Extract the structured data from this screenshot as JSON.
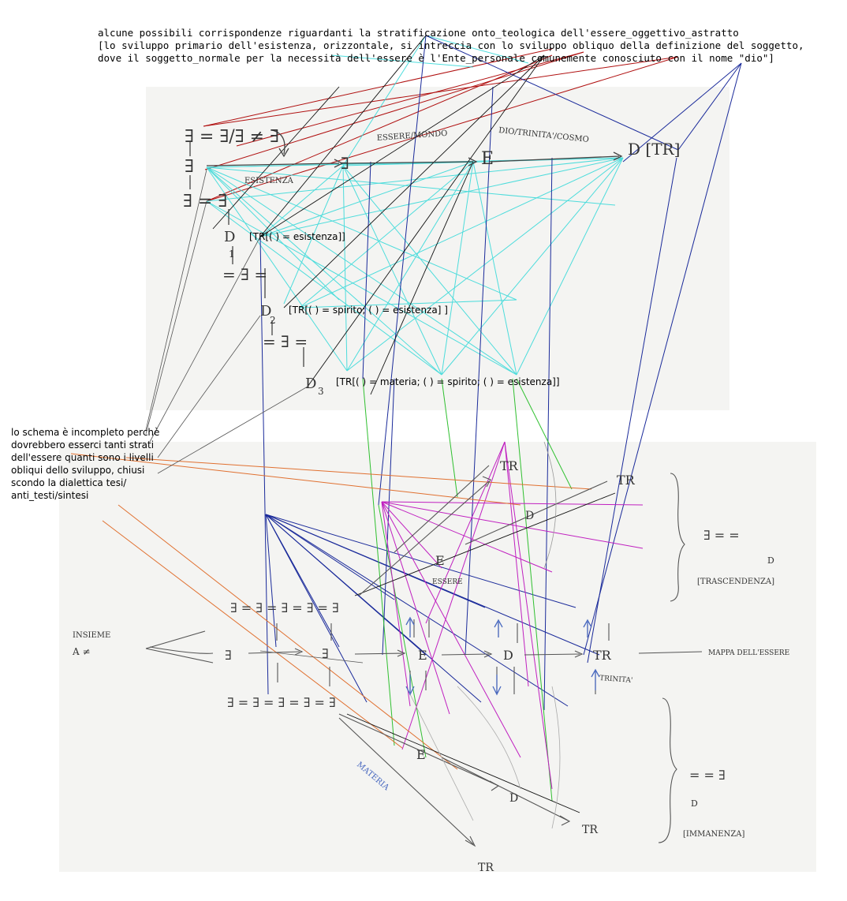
{
  "header": {
    "line1": "alcune possibili corrispondenze riguardanti la stratificazione onto_teologica dell'essere_oggettivo_astratto",
    "line2": "[lo sviluppo primario dell'esistenza, orizzontale, si intreccia con lo sviluppo obliquo della definizione del soggetto,",
    "line3": "dove il soggetto_normale per la necessità dell'essere è l'Ente_personale comunemente conosciuto con il nome \"dio\"]"
  },
  "labels": {
    "tr1": "[TR[( ) = esistenza]]",
    "tr2": "[TR[( ) = spirito; ( ) = esistenza] ]",
    "tr3": "[TR[( ) = materia; ( ) = spirito; ( ) = esistenza]]"
  },
  "note": "lo schema è incompleto perchè dovrebbero esserci tanti strati dell'essere quanti sono i livelli obliqui dello sviluppo, chiusi scondo la dialettica tesi/ anti_testi/sintesi",
  "handwriting": {
    "top_formula": "∃ = ∃/∃ ≠ ∃",
    "esistenza": "ESISTENZA",
    "essere_mondo": "ESSERE/MONDO",
    "dio_trinita": "DIO/TRINITA'/COSMO",
    "d_tr": "D [TR]",
    "trascendenza": "[TRASCENDENZA]",
    "immanenza": "[IMMANENZA]",
    "mappa": "MAPPA DELL'ESSERE",
    "insieme": "INSIEME",
    "a_neq": "A ≠",
    "trinita": "TRINITA'",
    "essere": "ESSERE",
    "materia": "MATERIA",
    "tr": "TR",
    "E": "E",
    "D": "D",
    "D1": "1",
    "D2": "2",
    "D3": "3"
  },
  "colors": {
    "red": "#b01010",
    "cyan": "#30d8d8",
    "blue": "#1a2a9a",
    "green": "#30c030",
    "magenta": "#c020c0",
    "orange": "#e07030",
    "black": "#111111",
    "gray": "#666666"
  }
}
